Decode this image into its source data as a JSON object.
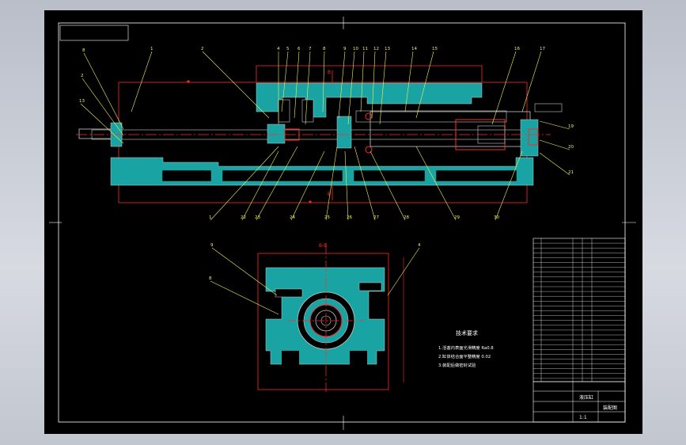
{
  "drawing": {
    "background_color": "#000000",
    "frame_color": "#ffffff",
    "outline_color": "#ff2a2a",
    "section_fill": "#19a3a3",
    "leader_color": "#f2f25a",
    "hatch_color": "#c8c8c8"
  },
  "top_view": {
    "section_label": "B",
    "bottom_label": "B",
    "left_numbers": [
      "8",
      "2",
      "13"
    ],
    "top_numbers": [
      "1",
      "2",
      "4",
      "5",
      "6",
      "7",
      "8",
      "9",
      "10",
      "11",
      "12",
      "13",
      "14",
      "15",
      "16",
      "17"
    ],
    "right_numbers": [
      "19",
      "20",
      "21"
    ],
    "bottom_numbers": [
      "1",
      "22",
      "23",
      "24",
      "25",
      "26",
      "27",
      "28",
      "29",
      "30"
    ]
  },
  "section_view": {
    "title": "B-B",
    "callouts": [
      "9",
      "8",
      "4"
    ]
  },
  "notes": {
    "title": "技术要求",
    "lines": [
      "1.活塞内表面光滑精度 Ra0.8",
      "2.缸体结合面平整精度 0.02",
      "3.装配后做密封试验"
    ]
  },
  "title_block": {
    "drawing_name": "液压缸",
    "unit_name": "装配图",
    "scale": "1:1"
  }
}
